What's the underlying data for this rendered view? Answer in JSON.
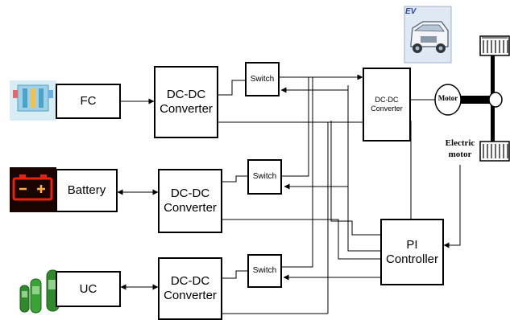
{
  "blocks": {
    "fc": "FC",
    "battery": "Battery",
    "uc": "UC",
    "dcdc_fc": [
      "DC-DC",
      "Converter"
    ],
    "dcdc_battery": [
      "DC-DC",
      "Converter"
    ],
    "dcdc_uc": [
      "DC-DC",
      "Converter"
    ],
    "dcdc_motor": [
      "DC-DC",
      "Converter"
    ],
    "switch_fc": "Switch",
    "switch_battery": "Switch",
    "switch_uc": "Switch",
    "pi_controller": [
      "PI",
      "Controller"
    ],
    "motor": "Motor"
  },
  "labels": {
    "electric_motor": [
      "Electric",
      "motor"
    ],
    "ev_badge": "EV"
  },
  "icons": [
    "fuel-cell-icon",
    "battery-icon",
    "ultracapacitor-icon",
    "ev-car-icon",
    "wheel-axle-icon"
  ],
  "colors": {
    "line": "#000000",
    "battery_icon": "#e8220c",
    "uc_icon": "#2f8a2c",
    "fuel_cell_icon": "#4aa3c8"
  }
}
